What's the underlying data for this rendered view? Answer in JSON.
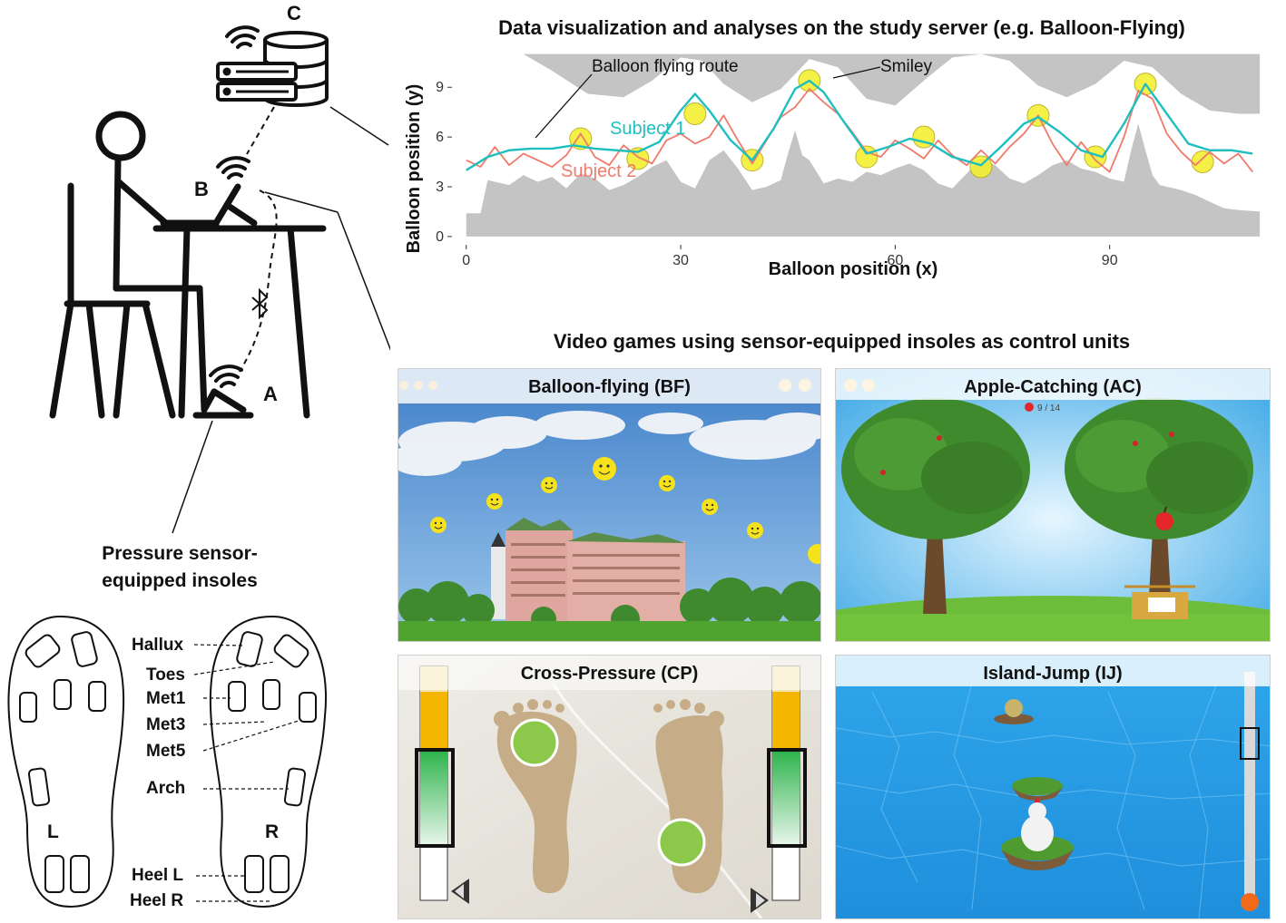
{
  "setup": {
    "label_a": "A",
    "label_b": "B",
    "label_c": "C",
    "insoles_caption": "Pressure sensor-\nequipped insoles"
  },
  "insoles": {
    "left_label": "L",
    "right_label": "R",
    "regions": [
      "Hallux",
      "Toes",
      "Met1",
      "Met3",
      "Met5",
      "Arch",
      "Heel L",
      "Heel R"
    ]
  },
  "chart_title": "Data visualization and analyses on the study server (e.g. Balloon-Flying)",
  "chart_data": {
    "type": "line",
    "title": "Data visualization and analyses on the study server (e.g. Balloon-Flying)",
    "xlabel": "Balloon position (x)",
    "ylabel": "Balloon position (y)",
    "xlim": [
      -2,
      112
    ],
    "ylim": [
      -0.5,
      11.2
    ],
    "xticks": [
      0,
      30,
      60,
      90
    ],
    "yticks": [
      0,
      3,
      6,
      9
    ],
    "grid": false,
    "annotations": [
      "Balloon flying route",
      "Smiley"
    ],
    "upper_terrain": {
      "x": [
        0,
        8,
        12,
        17,
        22,
        26,
        30,
        33,
        36,
        40,
        44,
        48,
        52,
        56,
        60,
        64,
        68,
        72,
        76,
        80,
        84,
        88,
        92,
        96,
        100,
        104,
        108,
        111
      ],
      "y": [
        11,
        11,
        10,
        8.6,
        8.4,
        9.4,
        10.8,
        10.6,
        9.2,
        8.1,
        8.9,
        10.7,
        10.2,
        8.3,
        7.9,
        9.4,
        10.8,
        11,
        10.6,
        9.1,
        8.4,
        9.2,
        10.6,
        10.2,
        8.6,
        7.6,
        7.4,
        7.4
      ]
    },
    "lower_terrain": {
      "x": [
        0,
        2,
        3,
        6,
        8,
        10,
        12,
        14,
        16,
        18,
        20,
        22,
        24,
        26,
        28,
        30,
        32,
        34,
        36,
        38,
        40,
        42,
        44,
        45,
        46,
        47,
        48,
        49,
        50,
        52,
        54,
        56,
        58,
        60,
        62,
        64,
        66,
        68,
        70,
        72,
        74,
        76,
        78,
        80,
        82,
        84,
        86,
        88,
        90,
        92,
        93,
        94,
        95,
        96,
        97,
        98,
        100,
        102,
        104,
        106,
        108,
        111
      ],
      "y": [
        1.4,
        1.4,
        3.4,
        3.1,
        3.7,
        3.3,
        3.6,
        2.9,
        3.8,
        3.5,
        2.8,
        3.1,
        3.6,
        4.2,
        4.6,
        3.3,
        2.9,
        4.6,
        5.2,
        4.1,
        2.8,
        3.0,
        3.4,
        5.0,
        6.4,
        4.9,
        4.6,
        3.9,
        3.2,
        3.5,
        3.3,
        3.9,
        3.7,
        4.1,
        4.4,
        4.0,
        3.2,
        2.9,
        3.8,
        4.7,
        4.3,
        3.5,
        3.2,
        3.7,
        4.3,
        4.6,
        4.1,
        3.9,
        3.5,
        3.3,
        5.2,
        6.8,
        5.2,
        3.7,
        3.1,
        3.0,
        2.8,
        2.5,
        2.1,
        1.7,
        1.6,
        1.5
      ]
    },
    "series": [
      {
        "name": "Subject 1",
        "color": "#1fbfbf",
        "x": [
          0,
          3,
          6,
          9,
          12,
          15,
          18,
          21,
          24,
          27,
          30,
          32,
          34,
          37,
          40,
          43,
          46,
          48,
          50,
          53,
          56,
          59,
          62,
          65,
          68,
          72,
          75,
          78,
          80,
          83,
          86,
          89,
          92,
          95,
          98,
          101,
          104,
          107,
          110
        ],
        "y": [
          4.0,
          4.8,
          5.2,
          5.3,
          5.3,
          5.5,
          5.3,
          5.2,
          5.1,
          5.7,
          7.6,
          8.6,
          7.6,
          5.8,
          4.6,
          6.5,
          8.9,
          9.4,
          8.7,
          6.8,
          5.0,
          5.4,
          5.9,
          5.6,
          4.8,
          4.3,
          5.5,
          6.8,
          7.2,
          6.3,
          5.2,
          4.8,
          6.8,
          9.2,
          7.4,
          5.6,
          5.2,
          5.2,
          5.0
        ]
      },
      {
        "name": "Subject 2",
        "color": "#f07a6b",
        "x": [
          0,
          2,
          4,
          6,
          8,
          10,
          12,
          14,
          16,
          18,
          20,
          22,
          24,
          26,
          28,
          30,
          32,
          34,
          36,
          38,
          40,
          42,
          44,
          46,
          48,
          50,
          52,
          54,
          56,
          58,
          60,
          62,
          64,
          66,
          68,
          70,
          72,
          74,
          76,
          78,
          80,
          82,
          84,
          86,
          88,
          90,
          92,
          94,
          96,
          98,
          100,
          102,
          104,
          106,
          108,
          110
        ],
        "y": [
          4.6,
          4.2,
          5.4,
          4.3,
          5.0,
          4.6,
          4.2,
          4.9,
          6.2,
          4.8,
          4.3,
          5.5,
          4.8,
          4.4,
          5.8,
          6.2,
          5.6,
          6.0,
          7.3,
          5.8,
          4.4,
          5.8,
          7.2,
          7.8,
          8.9,
          8.1,
          7.4,
          6.3,
          5.1,
          4.8,
          5.8,
          5.3,
          4.7,
          5.8,
          4.9,
          4.3,
          5.2,
          4.4,
          5.4,
          6.2,
          7.3,
          5.6,
          4.3,
          5.7,
          4.6,
          3.9,
          6.0,
          8.8,
          8.3,
          6.2,
          5.1,
          4.3,
          5.1,
          4.4,
          5.0,
          3.9
        ]
      }
    ],
    "smileys": {
      "x": [
        16,
        24,
        32,
        40,
        48,
        56,
        64,
        72,
        80,
        88,
        95,
        103
      ],
      "y": [
        5.9,
        4.7,
        7.4,
        4.6,
        9.4,
        4.8,
        6.0,
        4.2,
        7.3,
        4.8,
        9.2,
        4.5
      ]
    }
  },
  "games_title": "Video games using sensor-equipped insoles as control units",
  "games": [
    {
      "title": "Balloon-flying (BF)"
    },
    {
      "title": "Apple-Catching (AC)",
      "counter": "9 / 14"
    },
    {
      "title": "Cross-Pressure (CP)"
    },
    {
      "title": "Island-Jump (IJ)"
    }
  ]
}
